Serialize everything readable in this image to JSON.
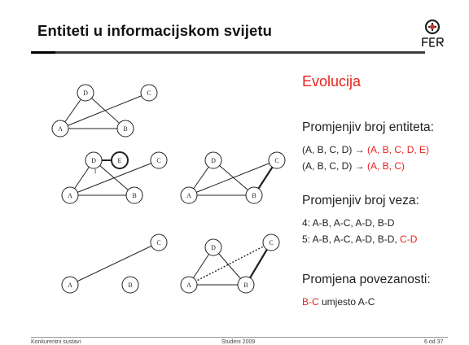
{
  "slide": {
    "title": "Entiteti u informacijskom svijetu",
    "heading": "Evolucija",
    "section1": {
      "title": "Promjenjiv broj entiteta:",
      "line1_base": "(A, B, C, D) → ",
      "line1_red": "(A, B, C, D, E)",
      "line2_base": "(A, B, C, D) → ",
      "line2_red": "(A, B, C)"
    },
    "section2": {
      "title": "Promjenjiv broj veza:",
      "line1": "4: A-B, A-C, A-D, B-D",
      "line2_base": "5: A-B, A-C, A-D, B-D, ",
      "line2_red": "C-D"
    },
    "section3": {
      "title": "Promjena povezanosti:",
      "line_red": "B-C",
      "line_rest": " umjesto A-C"
    }
  },
  "nodes": {
    "A": "A",
    "B": "B",
    "C": "C",
    "D": "D",
    "E": "E"
  },
  "cursor_glyph": "I",
  "footer": {
    "left": "Konkurentni sustavi",
    "center": "Studeni 2009",
    "right": "6 od 37"
  },
  "colors": {
    "accent_red": "#e8231e",
    "title_bar": "#3d3d3d"
  },
  "icons": {
    "logo": "fer-logo"
  }
}
